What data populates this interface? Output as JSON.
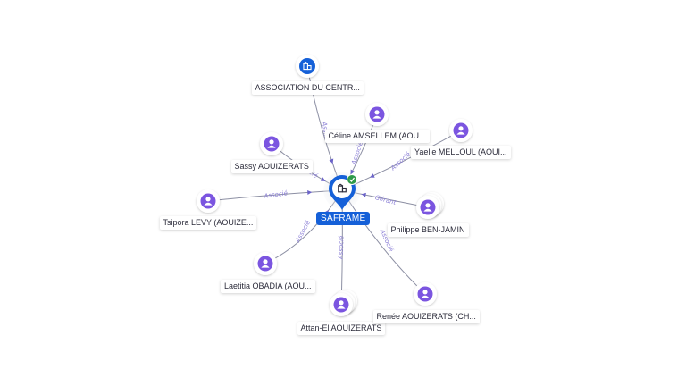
{
  "center": {
    "label": "SAFRAME",
    "icon": "building-icon",
    "verified_icon": "check-badge-icon"
  },
  "nodes": [
    {
      "id": "association",
      "label": "ASSOCIATION DU CENTR...",
      "type": "company",
      "icon": "building-icon"
    },
    {
      "id": "celine",
      "label": "Céline AMSELLEM (AOU...",
      "type": "person",
      "icon": "person-icon"
    },
    {
      "id": "yaelle",
      "label": "Yaelle MELLOUL (AOUI...",
      "type": "person",
      "icon": "person-icon"
    },
    {
      "id": "sassy",
      "label": "Sassy AOUIZERATS",
      "type": "person",
      "icon": "person-icon"
    },
    {
      "id": "tsipora",
      "label": "Tsipora LEVY (AOUIZE...",
      "type": "person",
      "icon": "person-icon"
    },
    {
      "id": "philippe",
      "label": "Philippe BEN-JAMIN",
      "type": "person-multiple",
      "icon": "person-icon"
    },
    {
      "id": "laetitia",
      "label": "Laetitia OBADIA (AOU...",
      "type": "person",
      "icon": "person-icon"
    },
    {
      "id": "attan",
      "label": "Attan-El AOUIZERATS",
      "type": "person-multiple",
      "icon": "person-icon"
    },
    {
      "id": "renee",
      "label": "Renée AOUIZERATS (CH...",
      "type": "person",
      "icon": "person-icon"
    }
  ],
  "edges": [
    {
      "to": "association",
      "label": "Ass..."
    },
    {
      "to": "celine",
      "label": "Associé"
    },
    {
      "to": "yaelle",
      "label": "Associé"
    },
    {
      "to": "sassy",
      "label": "Associé"
    },
    {
      "to": "tsipora",
      "label": "Associé"
    },
    {
      "to": "philippe",
      "label": "Gérant"
    },
    {
      "to": "laetitia",
      "label": "Associé"
    },
    {
      "to": "attan",
      "label": "Associé"
    },
    {
      "to": "renee",
      "label": "Associé"
    }
  ],
  "colors": {
    "person": "#7b55e0",
    "company": "#1560d8",
    "center": "#1560d8",
    "edge": "#8c8fa3",
    "edge_label": "#8b7fd6",
    "verified": "#2e9a4a"
  }
}
